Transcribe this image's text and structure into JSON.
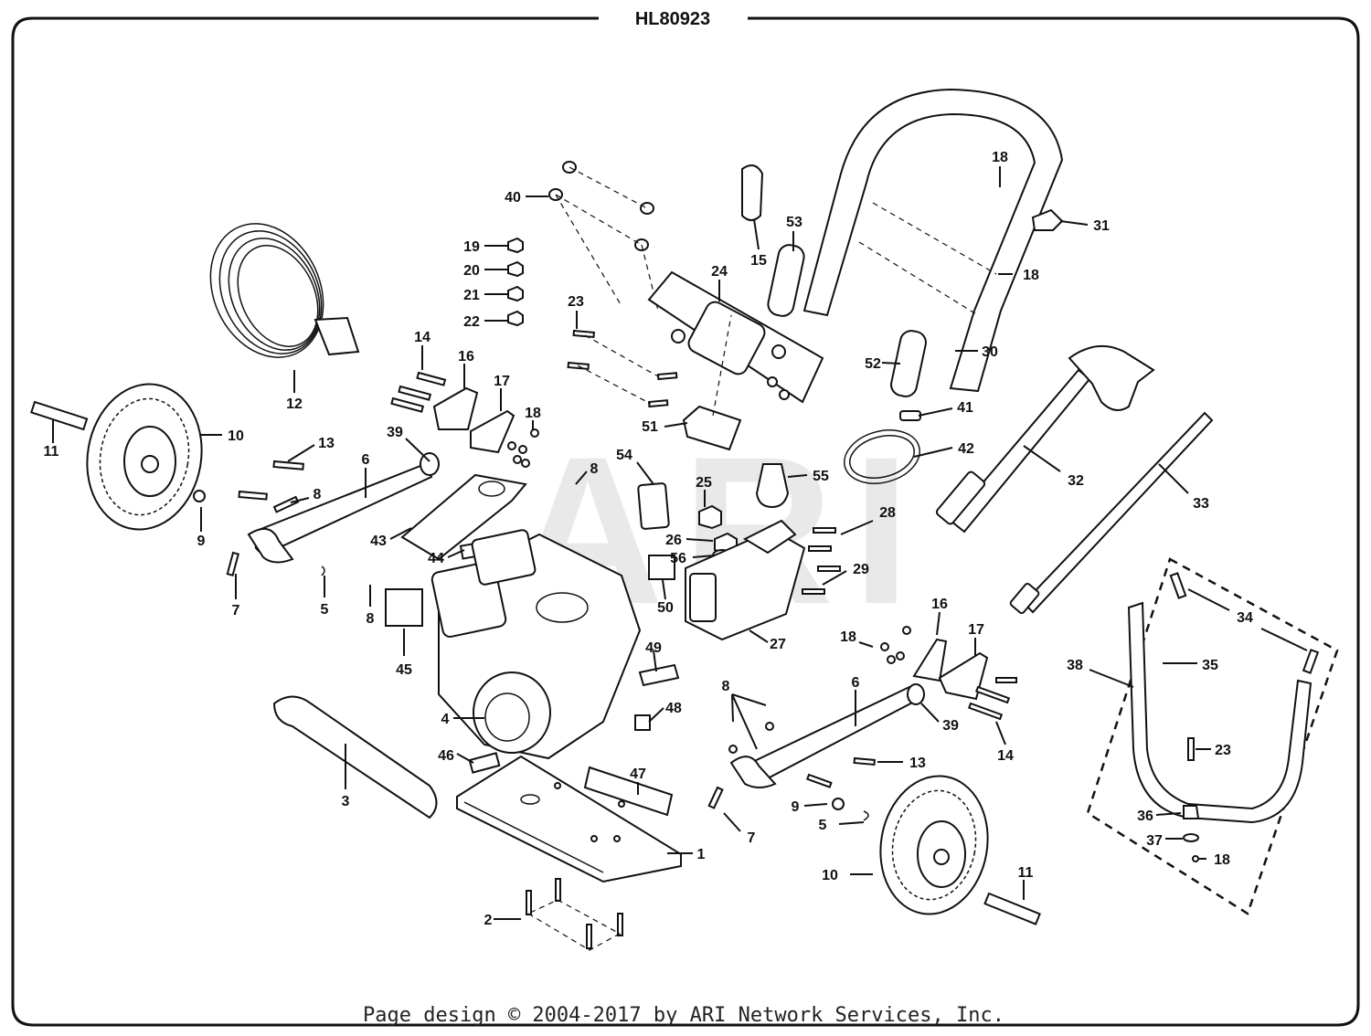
{
  "diagram": {
    "title": "HL80923",
    "watermark": "ARI",
    "footer": "Page design © 2004-2017 by ARI Network Services, Inc.",
    "callouts": [
      {
        "n": "1"
      },
      {
        "n": "2"
      },
      {
        "n": "3"
      },
      {
        "n": "4"
      },
      {
        "n": "5"
      },
      {
        "n": "5"
      },
      {
        "n": "6"
      },
      {
        "n": "6"
      },
      {
        "n": "7"
      },
      {
        "n": "7"
      },
      {
        "n": "8"
      },
      {
        "n": "8"
      },
      {
        "n": "8"
      },
      {
        "n": "8"
      },
      {
        "n": "9"
      },
      {
        "n": "9"
      },
      {
        "n": "10"
      },
      {
        "n": "10"
      },
      {
        "n": "11"
      },
      {
        "n": "11"
      },
      {
        "n": "12"
      },
      {
        "n": "13"
      },
      {
        "n": "13"
      },
      {
        "n": "14"
      },
      {
        "n": "14"
      },
      {
        "n": "15"
      },
      {
        "n": "16"
      },
      {
        "n": "16"
      },
      {
        "n": "17"
      },
      {
        "n": "17"
      },
      {
        "n": "18"
      },
      {
        "n": "18"
      },
      {
        "n": "18"
      },
      {
        "n": "18"
      },
      {
        "n": "18"
      },
      {
        "n": "19"
      },
      {
        "n": "20"
      },
      {
        "n": "21"
      },
      {
        "n": "22"
      },
      {
        "n": "23"
      },
      {
        "n": "23"
      },
      {
        "n": "24"
      },
      {
        "n": "25"
      },
      {
        "n": "26"
      },
      {
        "n": "27"
      },
      {
        "n": "28"
      },
      {
        "n": "29"
      },
      {
        "n": "30"
      },
      {
        "n": "31"
      },
      {
        "n": "32"
      },
      {
        "n": "33"
      },
      {
        "n": "34"
      },
      {
        "n": "35"
      },
      {
        "n": "36"
      },
      {
        "n": "37"
      },
      {
        "n": "38"
      },
      {
        "n": "39"
      },
      {
        "n": "39"
      },
      {
        "n": "40"
      },
      {
        "n": "41"
      },
      {
        "n": "42"
      },
      {
        "n": "43"
      },
      {
        "n": "44"
      },
      {
        "n": "45"
      },
      {
        "n": "46"
      },
      {
        "n": "47"
      },
      {
        "n": "48"
      },
      {
        "n": "49"
      },
      {
        "n": "50"
      },
      {
        "n": "51"
      },
      {
        "n": "52"
      },
      {
        "n": "53"
      },
      {
        "n": "54"
      },
      {
        "n": "55"
      },
      {
        "n": "56"
      }
    ]
  }
}
